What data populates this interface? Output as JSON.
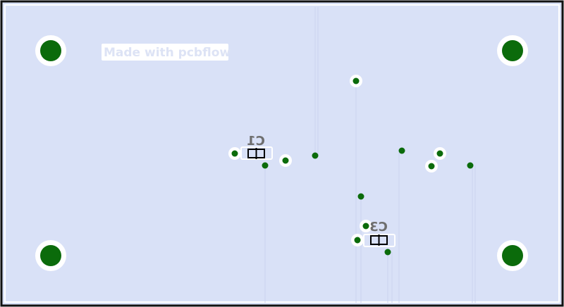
{
  "board": {
    "background": "#d9e1f7",
    "outline_color": "#111111",
    "copper_color": "#0b6b0b",
    "pad_ring_color": "#ffffff",
    "silk_text_color": "#6e6e6e",
    "watermark_text": "Made with pcbflow",
    "watermark_text_color": "#dde3f5"
  },
  "components": [
    {
      "ref": "C1",
      "label": "C1",
      "mirrored": true
    },
    {
      "ref": "C3",
      "label": "C3",
      "mirrored": true
    }
  ],
  "mounting_holes": 4,
  "vias": 12
}
